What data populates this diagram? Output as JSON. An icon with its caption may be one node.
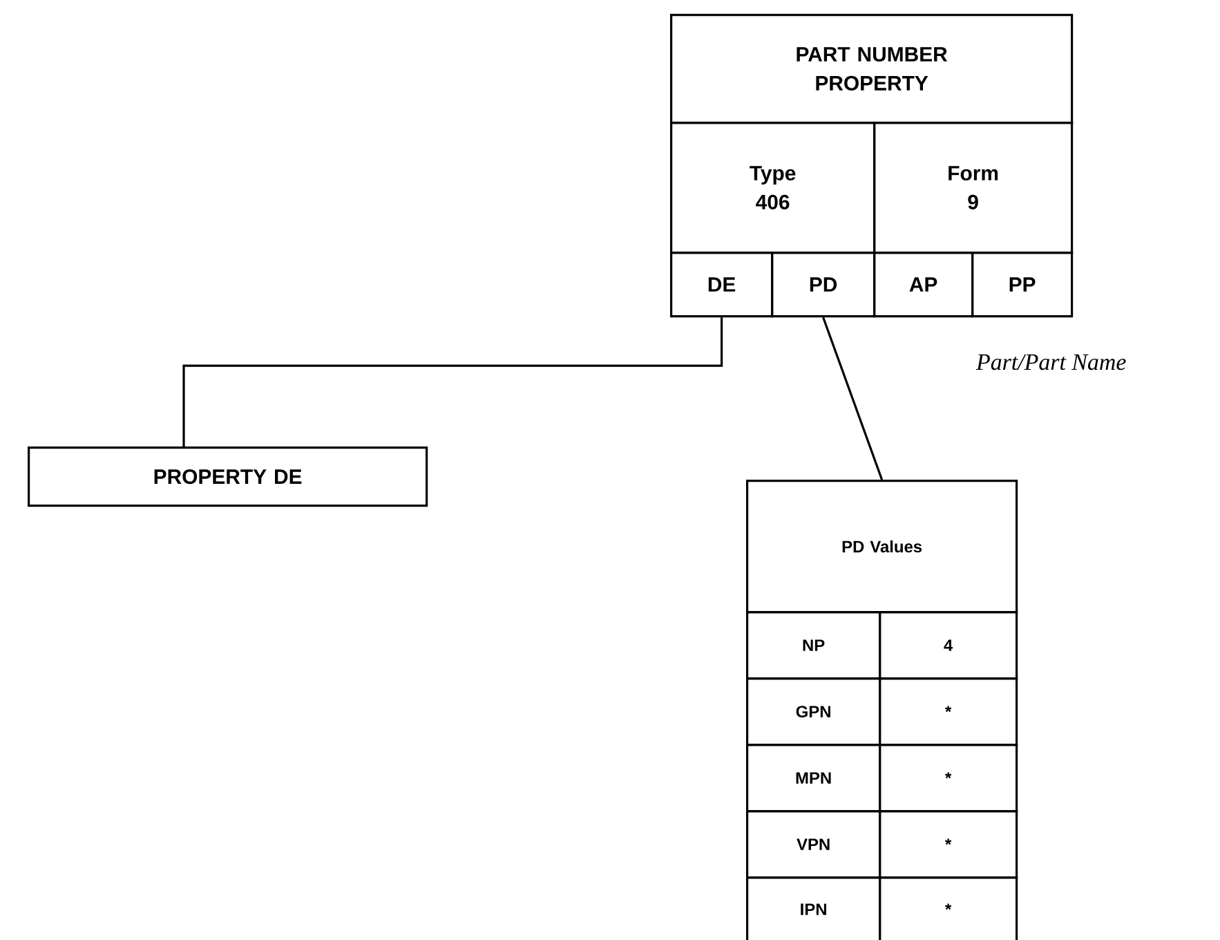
{
  "diagram": {
    "nodes": [
      {
        "text": [
          "PART NUMBER PROPERTY"
        ]
      },
      {
        "text": [
          "Type 406"
        ]
      },
      {
        "text": [
          "Form 9"
        ]
      },
      {
        "text": [
          "DE"
        ]
      },
      {
        "text": [
          "PD"
        ]
      },
      {
        "text": [
          "AP"
        ]
      },
      {
        "text": [
          "PP"
        ]
      },
      {
        "text": [
          "PROPERTY DE"
        ]
      },
      {
        "text": [
          "PD Values"
        ]
      },
      {
        "text": [
          "NP"
        ]
      },
      {
        "text": [
          "4"
        ]
      },
      {
        "text": [
          "GPN"
        ]
      },
      {
        "text": [
          "*"
        ]
      },
      {
        "text": [
          "MPN"
        ]
      },
      {
        "text": [
          "*"
        ]
      },
      {
        "text": [
          "VPN"
        ]
      },
      {
        "text": [
          "*"
        ]
      },
      {
        "text": [
          "IPN"
        ]
      },
      {
        "text": [
          "*"
        ]
      }
    ],
    "edges": [
      {
        "from": 3,
        "to": 7,
        "arrow": "none"
      },
      {
        "from": 4,
        "to": 8,
        "arrow": "none"
      }
    ],
    "labels": [
      "Part/Part Name"
    ]
  }
}
